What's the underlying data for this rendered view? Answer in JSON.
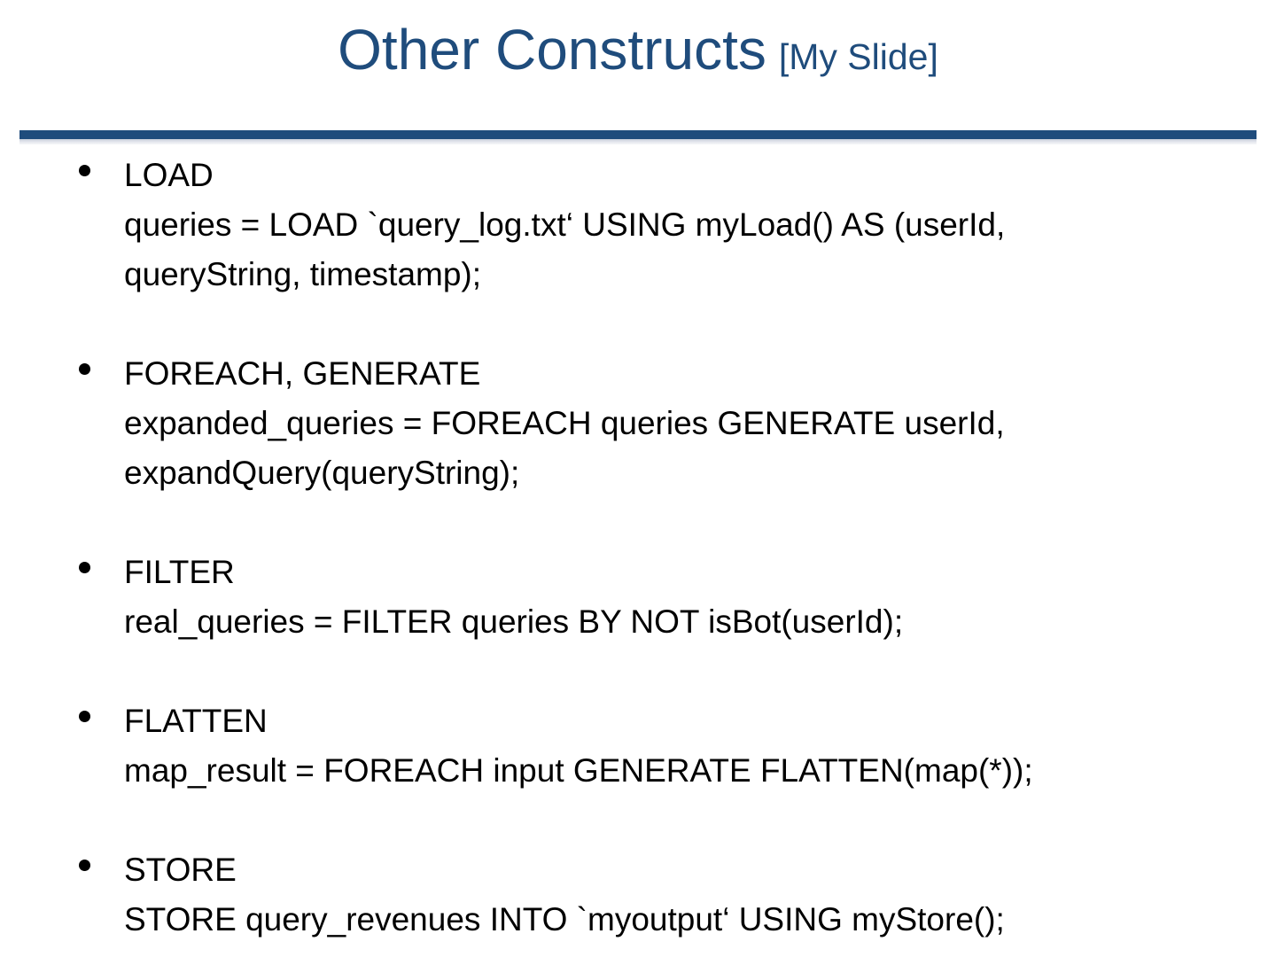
{
  "slide": {
    "title_main": "Other Constructs",
    "title_suffix": "[My Slide]",
    "accent_color": "#1F4C7C",
    "text_color": "#000000",
    "background_color": "#FFFFFF",
    "groups": [
      {
        "label": "LOAD",
        "code": "queries = LOAD `query_log.txt‘ USING myLoad() AS (userId, queryString, timestamp);"
      },
      {
        "label": "FOREACH, GENERATE",
        "code": "expanded_queries = FOREACH queries GENERATE userId, expandQuery(queryString);"
      },
      {
        "label": "FILTER",
        "code": "real_queries = FILTER queries BY NOT isBot(userId);"
      },
      {
        "label": "FLATTEN",
        "code": "map_result = FOREACH input GENERATE FLATTEN(map(*));"
      },
      {
        "label": "STORE",
        "code": "STORE query_revenues INTO `myoutput‘ USING myStore();"
      }
    ]
  }
}
